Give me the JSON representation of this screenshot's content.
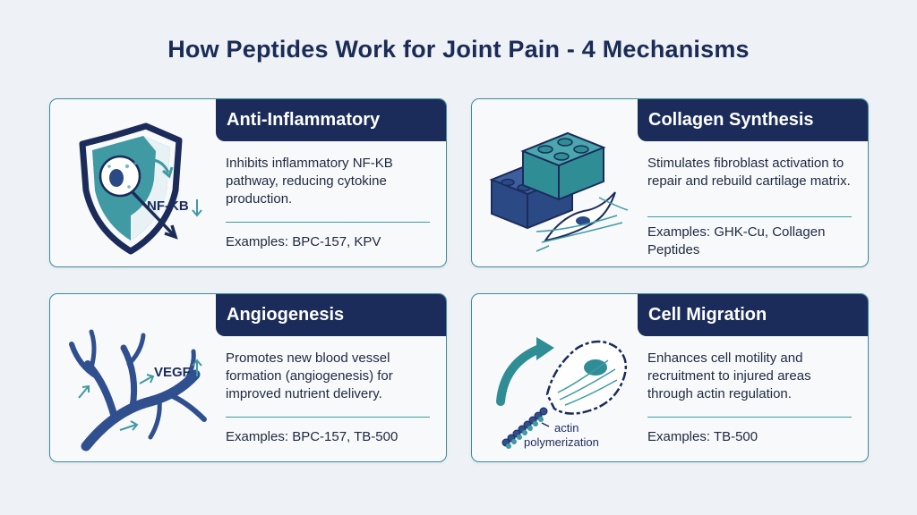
{
  "title": "How Peptides Work for Joint Pain - 4 Mechanisms",
  "cards": [
    {
      "heading": "Anti-Inflammatory",
      "description": "Inhibits inflammatory NF-KB pathway, reducing cytokine production.",
      "examples": "Examples: BPC-157, KPV",
      "illustration_label": "NF-KB",
      "illustration_icon": "shield-icon"
    },
    {
      "heading": "Collagen Synthesis",
      "description": "Stimulates fibroblast activation to repair and rebuild cartilage matrix.",
      "examples": "Examples: GHK-Cu, Collagen Peptides",
      "illustration_icon": "collagen-blocks-icon"
    },
    {
      "heading": "Angiogenesis",
      "description": "Promotes new blood vessel formation (angiogenesis) for improved nutrient delivery.",
      "examples": "Examples: BPC-157, TB-500",
      "illustration_label": "VEGF",
      "illustration_icon": "blood-vessel-icon"
    },
    {
      "heading": "Cell Migration",
      "description": "Enhances cell motility and recruitment to injured areas through actin regulation.",
      "examples": "Examples: TB-500",
      "illustration_label_line1": "actin",
      "illustration_label_line2": "polymerization",
      "illustration_icon": "migrating-cell-icon"
    }
  ],
  "colors": {
    "navy": "#1b2c5a",
    "teal": "#3c8e9a",
    "vessel_blue": "#2f4f8f"
  }
}
